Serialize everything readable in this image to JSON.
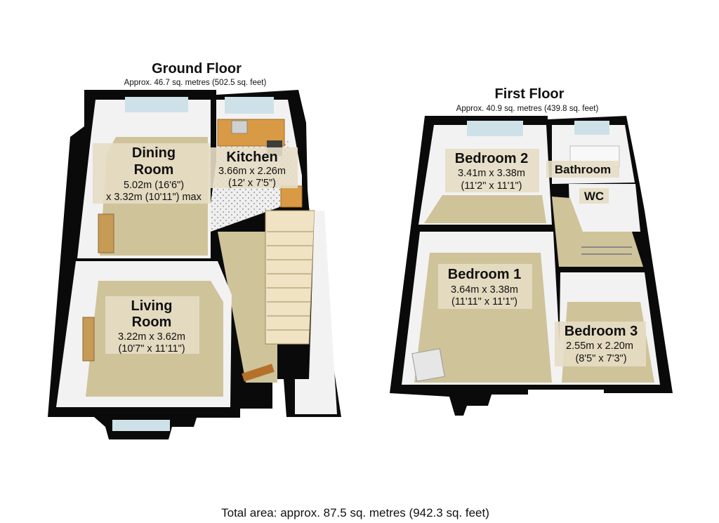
{
  "ground_floor": {
    "title": "Ground Floor",
    "area": "Approx. 46.7 sq. metres (502.5 sq. feet)",
    "rooms": {
      "dining": {
        "name_1": "Dining",
        "name_2": "Room",
        "dim_1": "5.02m (16'6\")",
        "dim_2": "x 3.32m (10'11\") max"
      },
      "kitchen": {
        "name_1": "Kitchen",
        "dim_1": "3.66m x 2.26m",
        "dim_2": "(12' x 7'5\")"
      },
      "living": {
        "name_1": "Living",
        "name_2": "Room",
        "dim_1": "3.22m x 3.62m",
        "dim_2": "(10'7\" x 11'11\")"
      }
    }
  },
  "first_floor": {
    "title": "First Floor",
    "area": "Approx. 40.9 sq. metres (439.8 sq. feet)",
    "rooms": {
      "bedroom2": {
        "name_1": "Bedroom 2",
        "dim_1": "3.41m x 3.38m",
        "dim_2": "(11'2\" x 11'1\")"
      },
      "bathroom": {
        "name_1": "Bathroom"
      },
      "wc": {
        "name_1": "WC"
      },
      "bedroom1": {
        "name_1": "Bedroom 1",
        "dim_1": "3.64m x 3.38m",
        "dim_2": "(11'11\" x 11'1\")"
      },
      "bedroom3": {
        "name_1": "Bedroom 3",
        "dim_1": "2.55m x 2.20m",
        "dim_2": "(8'5\" x 7'3\")"
      }
    }
  },
  "total_area": "Total area: approx. 87.5 sq. metres (942.3 sq. feet)"
}
